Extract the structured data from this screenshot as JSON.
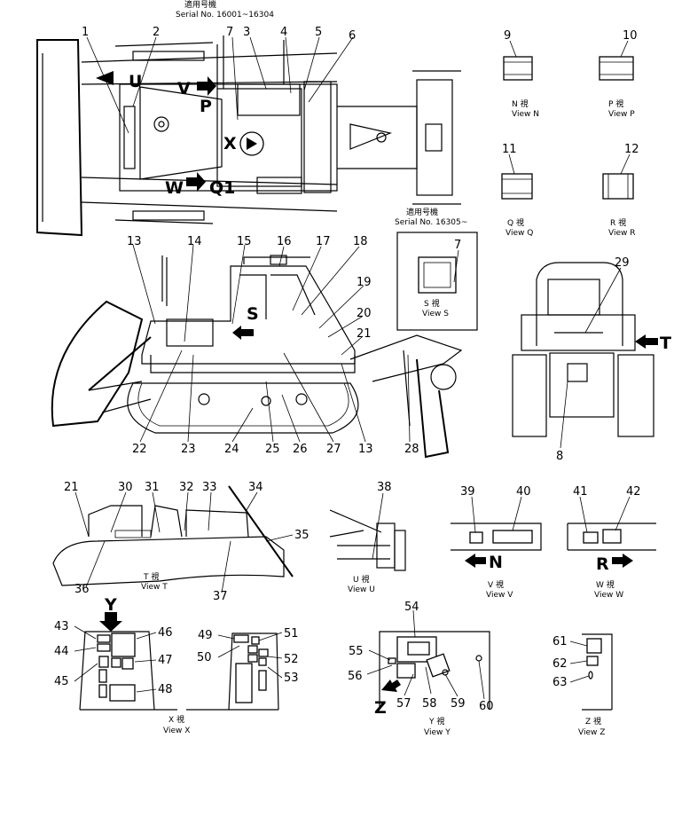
{
  "colors": {
    "ink": "#000000",
    "paper": "#ffffff"
  },
  "serial_top": {
    "line1": "適用号機",
    "line2": "Serial  No. 16001~16304"
  },
  "serial_mid": {
    "line1": "適用号機",
    "line2": "Serial  No. 16305~"
  },
  "part_numbers": [
    "1",
    "2",
    "3",
    "4",
    "5",
    "6",
    "7",
    "8",
    "9",
    "10",
    "11",
    "12",
    "13",
    "14",
    "15",
    "16",
    "17",
    "18",
    "19",
    "20",
    "21",
    "22",
    "23",
    "24",
    "25",
    "26",
    "27",
    "28",
    "29",
    "30",
    "31",
    "32",
    "33",
    "34",
    "35",
    "36",
    "37",
    "38",
    "39",
    "40",
    "41",
    "42",
    "43",
    "44",
    "45",
    "46",
    "47",
    "48",
    "49",
    "50",
    "51",
    "52",
    "53",
    "54",
    "55",
    "56",
    "57",
    "58",
    "59",
    "60",
    "61",
    "62",
    "63"
  ],
  "view_letters": {
    "U": "U",
    "V": "V",
    "W": "W",
    "X": "X",
    "P": "P",
    "Q1": "Q1",
    "S": "S",
    "T": "T",
    "Y": "Y",
    "Z": "Z",
    "N": "N",
    "R": "R"
  },
  "views": {
    "N": {
      "jp": "N  視",
      "en": "View  N"
    },
    "P": {
      "jp": "P  視",
      "en": "View  P"
    },
    "Q": {
      "jp": "Q  視",
      "en": "View  Q"
    },
    "R": {
      "jp": "R  視",
      "en": "View  R"
    },
    "S": {
      "jp": "S  視",
      "en": "View  S"
    },
    "T": {
      "jp": "T  視",
      "en": "View  T"
    },
    "U": {
      "jp": "U  視",
      "en": "View  U"
    },
    "V": {
      "jp": "V  視",
      "en": "View  V"
    },
    "W": {
      "jp": "W  視",
      "en": "View  W"
    },
    "X": {
      "jp": "X  視",
      "en": "View  X"
    },
    "Y": {
      "jp": "Y  視",
      "en": "View  Y"
    },
    "Z": {
      "jp": "Z  視",
      "en": "View  Z"
    }
  }
}
